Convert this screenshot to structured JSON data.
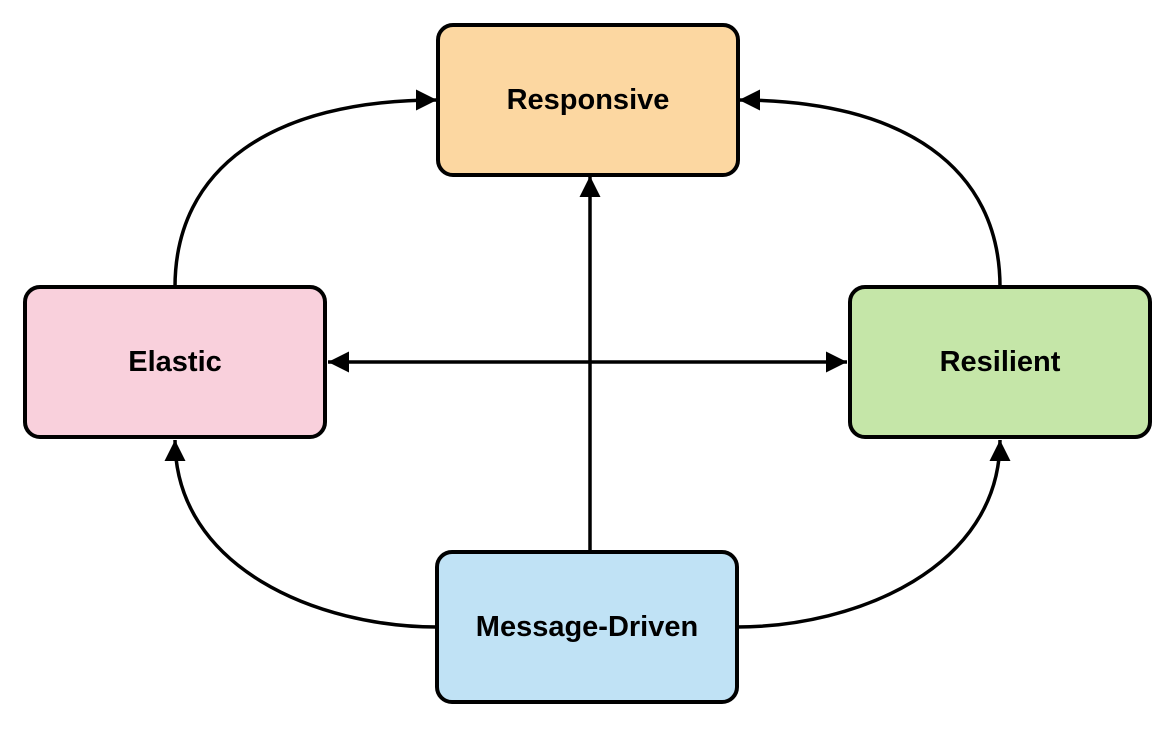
{
  "diagram": {
    "background_color": "#FFFFFF",
    "stroke_color": "#000000",
    "nodes": [
      {
        "id": "responsive",
        "label": "Responsive",
        "fill": "#FCD7A1",
        "position": "top"
      },
      {
        "id": "elastic",
        "label": "Elastic",
        "fill": "#F9D0DC",
        "position": "left"
      },
      {
        "id": "resilient",
        "label": "Resilient",
        "fill": "#C5E6A8",
        "position": "right"
      },
      {
        "id": "message-driven",
        "label": "Message-Driven",
        "fill": "#C0E2F5",
        "position": "bottom"
      }
    ],
    "edges": [
      {
        "from": "elastic",
        "to": "responsive",
        "direction": "one-way"
      },
      {
        "from": "resilient",
        "to": "responsive",
        "direction": "one-way"
      },
      {
        "from": "message-driven",
        "to": "responsive",
        "direction": "one-way"
      },
      {
        "from": "elastic",
        "to": "resilient",
        "direction": "two-way"
      },
      {
        "from": "message-driven",
        "to": "elastic",
        "direction": "one-way"
      },
      {
        "from": "message-driven",
        "to": "resilient",
        "direction": "one-way"
      }
    ]
  }
}
